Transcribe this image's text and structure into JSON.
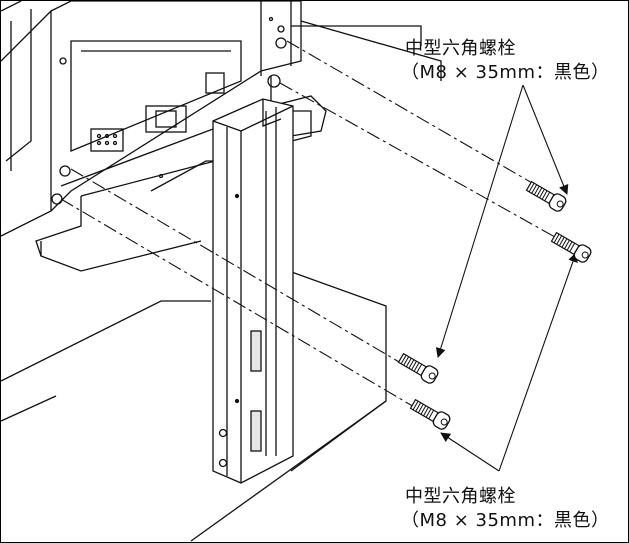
{
  "figure": {
    "callout_top": {
      "name": "中型六角螺栓",
      "spec": "（M8 × 35mm：黒色）"
    },
    "callout_bottom": {
      "name": "中型六角螺栓",
      "spec": "（M8 × 35mm：黒色）"
    },
    "colors": {
      "line": "#111111",
      "fill_shade": "#e6e6e6",
      "background": "#ffffff"
    },
    "icons": [
      "hex-bolt-icon",
      "leader-arrow-icon"
    ]
  }
}
